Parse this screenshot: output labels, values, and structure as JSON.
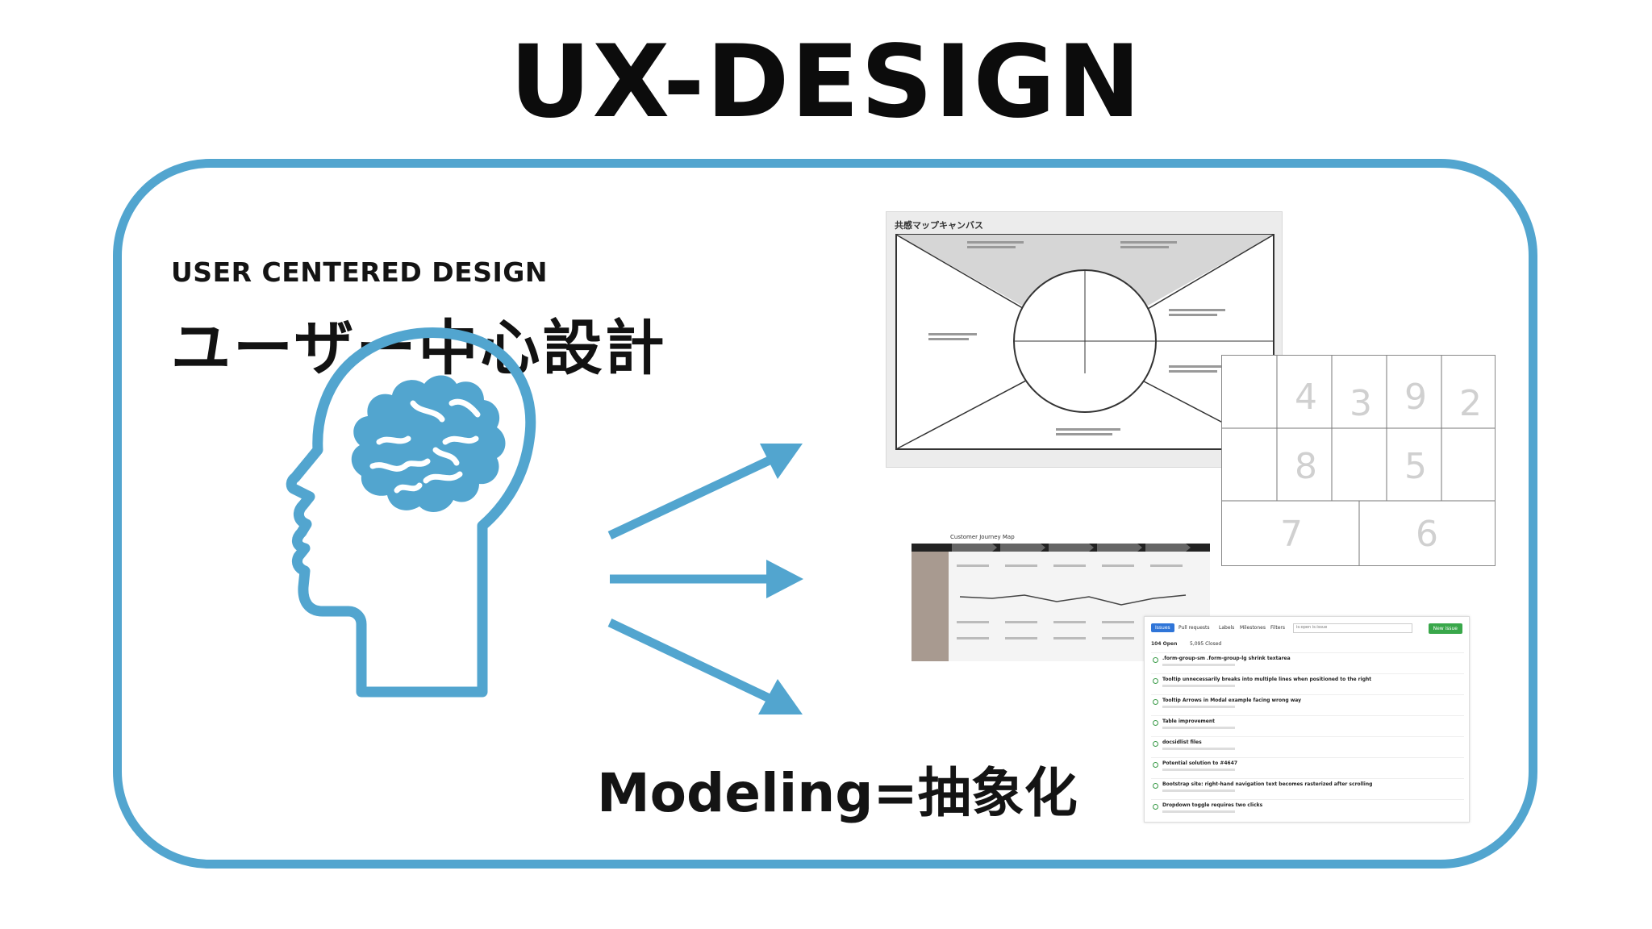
{
  "slide": {
    "title": "UX-DESIGN",
    "subtitle": "USER CENTERED DESIGN",
    "jp_title": "ユーザー中心設計",
    "caption": "Modeling=抽象化"
  },
  "thumbnails": {
    "empathy_map": {
      "title": "共感マップキャンバス"
    },
    "storyboard": {
      "numbers": [
        "4",
        "3",
        "9",
        "2",
        "8",
        "5",
        "7",
        "6"
      ]
    },
    "journey_map": {
      "title": "Customer Journey Map"
    },
    "issues": {
      "tabs": [
        "Issues",
        "Pull requests",
        "Labels",
        "Milestones"
      ],
      "filters_label": "Filters",
      "search_placeholder": "is:open is:issue",
      "new_issue_label": "New issue",
      "open_count": "104 Open",
      "closed_count": "5,095 Closed",
      "rows": [
        ".form-group-sm .form-group-lg shrink textarea",
        "Tooltip unnecessarily breaks into multiple lines when positioned to the right",
        "Tooltip Arrows in Modal example facing wrong way",
        "Table improvement",
        "docsidlist files",
        "Potential solution to #4647",
        "Bootstrap site: right-hand navigation text becomes rasterized after scrolling",
        "Dropdown toggle requires two clicks"
      ]
    }
  },
  "colors": {
    "accent": "#52a5cf",
    "text": "#121212"
  }
}
